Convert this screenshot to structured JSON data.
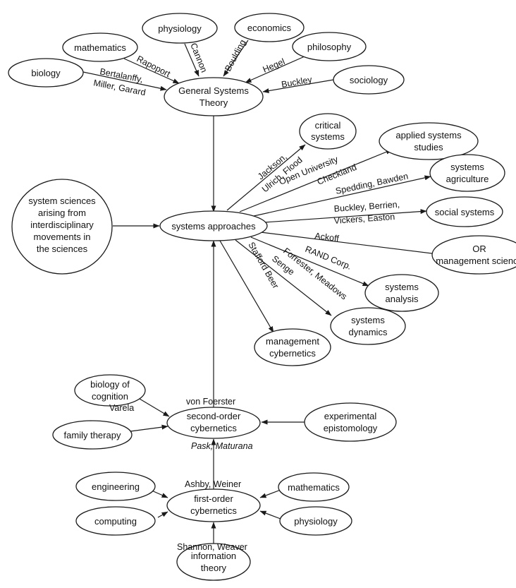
{
  "nodes": {
    "gst": [
      "General Systems",
      "Theory"
    ],
    "biology": [
      "biology"
    ],
    "mathematics_top": [
      "mathematics"
    ],
    "physiology_top": [
      "physiology"
    ],
    "economics": [
      "economics"
    ],
    "philosophy": [
      "philosophy"
    ],
    "sociology": [
      "sociology"
    ],
    "sys_sciences": [
      "system sciences",
      "arising from",
      "interdisciplinary",
      "movements in",
      "the sciences"
    ],
    "systems_approaches": [
      "systems approaches"
    ],
    "critical_systems": [
      "critical",
      "systems"
    ],
    "applied_systems": [
      "applied systems",
      "studies"
    ],
    "systems_agriculture": [
      "systems",
      "agriculture"
    ],
    "social_systems": [
      "social systems"
    ],
    "or_management": [
      "OR",
      "management science"
    ],
    "systems_analysis": [
      "systems",
      "analysis"
    ],
    "systems_dynamics": [
      "systems",
      "dynamics"
    ],
    "management_cybernetics": [
      "management",
      "cybernetics"
    ],
    "second_order": [
      "second-order",
      "cybernetics"
    ],
    "biology_cognition": [
      "biology of",
      "cognition"
    ],
    "family_therapy": [
      "family therapy"
    ],
    "experimental_epistemology": [
      "experimental",
      "epistomology"
    ],
    "first_order": [
      "first-order",
      "cybernetics"
    ],
    "engineering": [
      "engineering"
    ],
    "computing": [
      "computing"
    ],
    "mathematics_bottom": [
      "mathematics"
    ],
    "physiology_bottom": [
      "physiology"
    ],
    "information_theory": [
      "information",
      "theory"
    ]
  },
  "edge_labels": {
    "rapoport": "Rapoport",
    "cannon": "Cannon",
    "boulding": "Boulding",
    "hegel": "Hegel",
    "buckley_gst": "Buckley",
    "bertalanffy": [
      "Bertalanffy,",
      "Miller, Garard"
    ],
    "jackson": [
      "Jackson,",
      "Ulrich, Flood"
    ],
    "open_university": [
      "Open University",
      "Checkland"
    ],
    "spedding": "Spedding, Bawden",
    "buckley_berrien": [
      "Buckley, Berrien,",
      "Vickers, Easton"
    ],
    "ackoff": "Ackoff",
    "rand": "RAND Corp.",
    "forrester": [
      "Forrester, Meadows",
      "Senge"
    ],
    "stafford_beer": "Stafford Beer",
    "von_foerster": "von Foerster",
    "varela": "Varela",
    "pask_maturana": "Pask, Maturana",
    "ashby_weiner": "Ashby, Weiner",
    "shannon_weaver": "Shannon, Weaver"
  }
}
